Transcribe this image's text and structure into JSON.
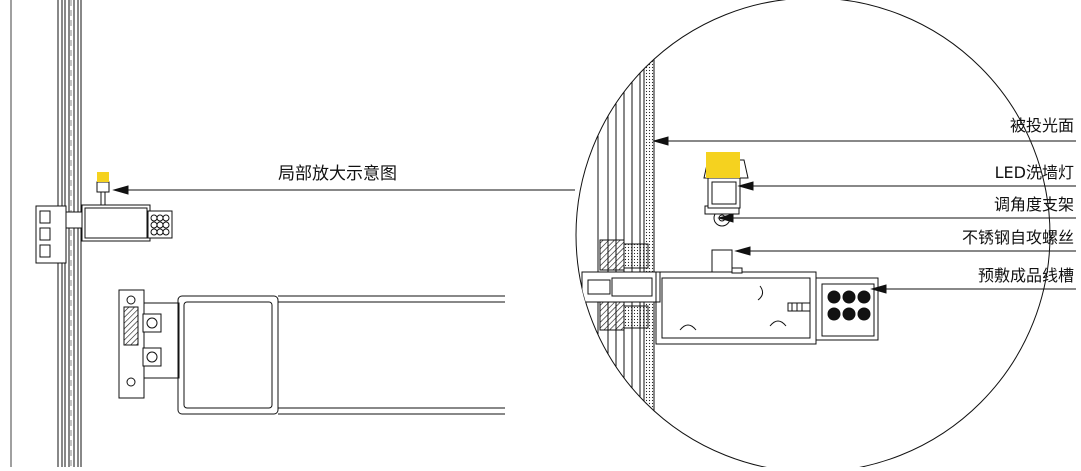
{
  "drawing": {
    "main_callout": "局部放大示意图",
    "callouts": [
      "被投光面",
      "LED洗墙灯",
      "调角度支架",
      "不锈钢自攻螺丝",
      "预敷成品线槽"
    ]
  },
  "colors": {
    "line": "#111111",
    "lamp_glow": "#f5d21f",
    "background": "#ffffff"
  }
}
